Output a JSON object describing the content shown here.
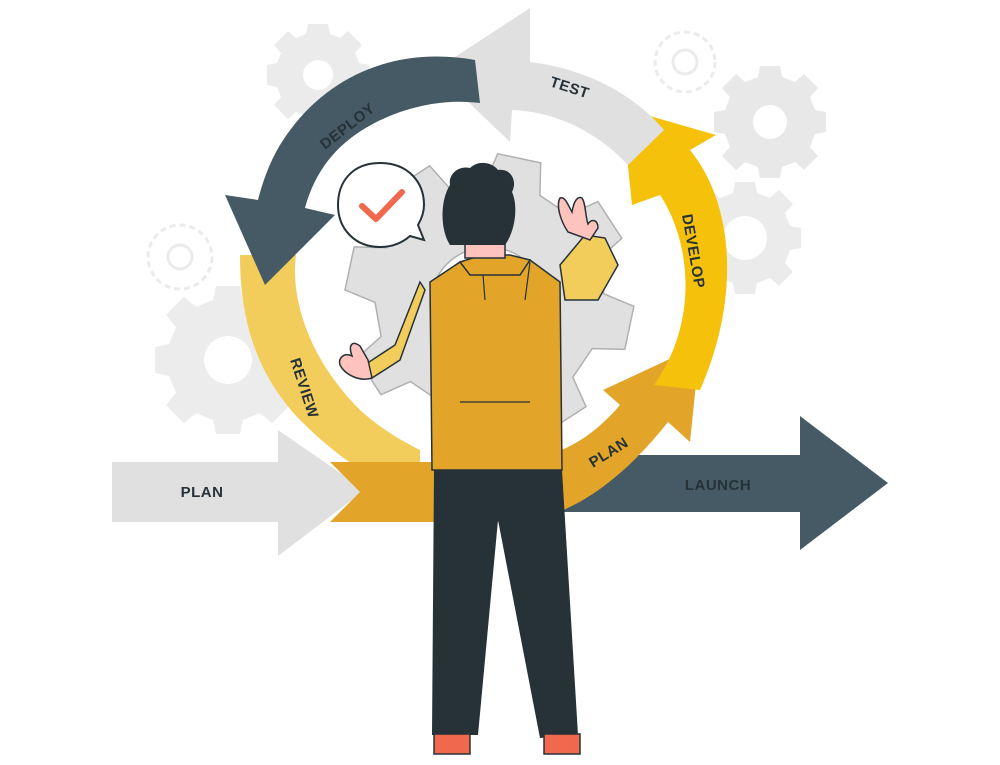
{
  "stages": {
    "plan_in": "PLAN",
    "plan_loop": "PLAN",
    "develop": "DEVELOP",
    "test": "TEST",
    "deploy": "DEPLOY",
    "review": "REVIEW",
    "launch": "LAUNCH"
  },
  "colors": {
    "plan_in": "#e0e0e0",
    "plan_loop": "#e2a52a",
    "develop": "#f6c10b",
    "test": "#e0e0e0",
    "deploy": "#455a64",
    "review": "#f2cd5c",
    "launch": "#455a64",
    "label_dark": "#263238",
    "label_light": "#263238",
    "gear_light": "#ebebeb",
    "gear_center": "#e0e0e0",
    "jacket": "#e2a52a",
    "pants": "#263238",
    "hair": "#263238",
    "skin": "#ffc3bd",
    "shoes": "#f0684d",
    "check": "#f0684d"
  },
  "icons": {
    "status": "checkmark-icon",
    "gear": "gear-icon"
  }
}
